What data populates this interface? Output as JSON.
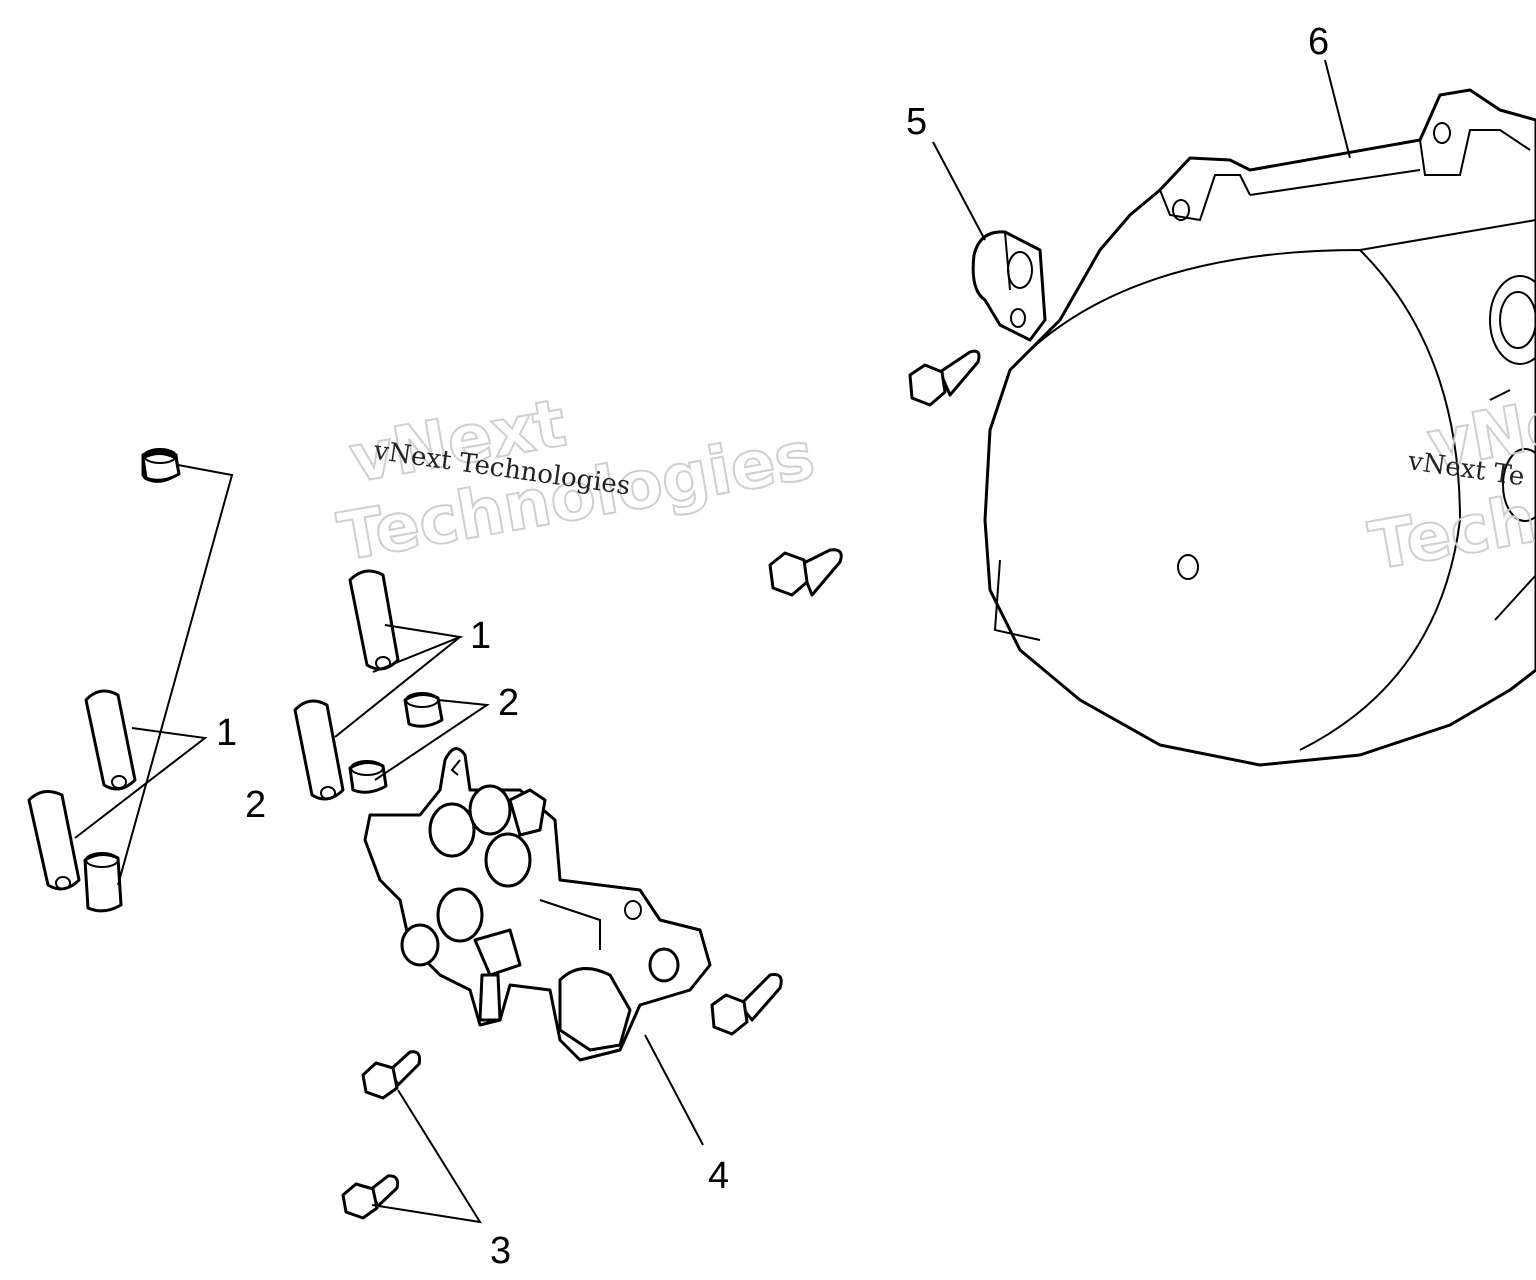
{
  "callouts": {
    "c1a": "1",
    "c1b": "1",
    "c2a": "2",
    "c2b": "2",
    "c3": "3",
    "c4": "4",
    "c5": "5",
    "c6": "6"
  },
  "watermark": {
    "brand_small": "vNext Technologies",
    "brand_big_line1": "vNext",
    "brand_big_line2": "Technologies",
    "brand_small_right": "vNext Te",
    "brand_big_right_line1": "vNe",
    "brand_big_right_line2": "Techno"
  },
  "colors": {
    "line": "#000000",
    "background": "#ffffff",
    "watermark_outline": "#cfcfcf"
  }
}
